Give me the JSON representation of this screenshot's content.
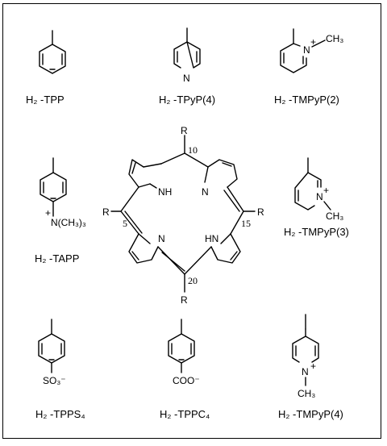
{
  "labels": {
    "tpp": "H₂ -TPP",
    "tpyp4": "H₂ -TPyP(4)",
    "tmpyp2": "H₂ -TMPyP(2)",
    "tapp": "H₂ -TAPP",
    "tmpyp3": "H₂ -TMPyP(3)",
    "tpps4": "H₂ -TPPS₄",
    "tppc4": "H₂ -TPPC₄",
    "tmpyp4": "H₂ -TMPyP(4)"
  },
  "atoms": {
    "n": "N",
    "nplus": "N",
    "plus": "+",
    "ch3": "CH₃",
    "nme3": "N(CH₃)₃",
    "so3": "SO₃⁻",
    "coo": "COO⁻",
    "nh": "NH",
    "hn": "HN",
    "r": "R"
  },
  "positions": {
    "p5": "5",
    "p10": "10",
    "p15": "15",
    "p20": "20"
  }
}
